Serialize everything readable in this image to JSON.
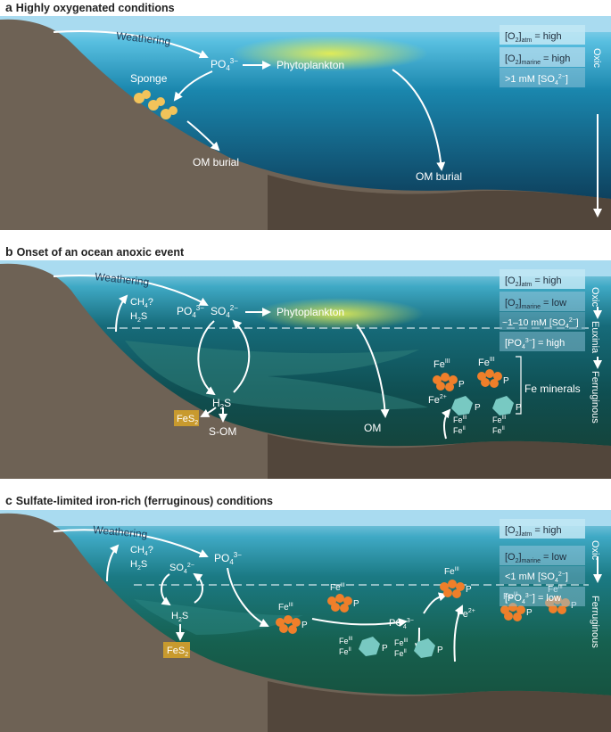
{
  "panel_a": {
    "letter": "a",
    "title": "Highly oxygenated conditions",
    "weathering": "Weathering",
    "phosphate": "PO",
    "phosphate_sub": "4",
    "phosphate_sup": "3−",
    "phytoplankton": "Phytoplankton",
    "sponge": "Sponge",
    "om_burial_1": "OM burial",
    "om_burial_2": "OM burial",
    "box_o2atm": "[O",
    "box_o2atm_sub": "2",
    "box_o2atm_tail": "]",
    "box_o2atm_sub2": "atm",
    "box_o2atm_val": " = high",
    "box_o2mar": "[O",
    "box_o2mar_sub": "2",
    "box_o2mar_tail": "]",
    "box_o2mar_sub2": "marine",
    "box_o2mar_val": " = high",
    "box_so4": ">1 mM [SO",
    "box_so4_sub": "4",
    "box_so4_sup": "2−",
    "box_so4_tail": "]",
    "redox_oxic": "Oxic"
  },
  "panel_b": {
    "letter": "b",
    "title": "Onset of an ocean anoxic event",
    "weathering": "Weathering",
    "ch4": "CH",
    "ch4_sub": "4",
    "ch4_q": "?",
    "h2s_top": "H",
    "h2s_top_sub": "2",
    "h2s_top_tail": "S",
    "phosphate": "PO",
    "phosphate_sub": "4",
    "phosphate_sup": "3−",
    "sulfate": "SO",
    "sulfate_sub": "4",
    "sulfate_sup": "2−",
    "phytoplankton": "Phytoplankton",
    "h2s_mid": "H",
    "h2s_mid_sub": "2",
    "h2s_mid_tail": "S",
    "fes2": "FeS",
    "fes2_sub": "2",
    "s_om": "S-OM",
    "om": "OM",
    "fe_mineral_label": "Fe minerals",
    "fe3": "Fe",
    "fe3_sup": "III",
    "fe2": "Fe",
    "fe2_sup": "2+",
    "fe_ii": "Fe",
    "fe_ii_sup": "II",
    "p": "P",
    "box_o2atm": "[O",
    "box_o2atm_sub": "2",
    "box_o2atm_tail": "]",
    "box_o2atm_sub2": "atm",
    "box_o2atm_val": " = high",
    "box_o2mar": "[O",
    "box_o2mar_sub": "2",
    "box_o2mar_tail": "]",
    "box_o2mar_sub2": "marine",
    "box_o2mar_val": " = low",
    "box_so4": "~1–10 mM [SO",
    "box_so4_sub": "4",
    "box_so4_sup": "2−",
    "box_so4_tail": "]",
    "box_po4": "[PO",
    "box_po4_sub": "4",
    "box_po4_sup": "3−",
    "box_po4_tail": "] = high",
    "redox_oxic": "Oxic",
    "redox_euxinia": "Euxinia",
    "redox_ferruginous": "Ferruginous"
  },
  "panel_c": {
    "letter": "c",
    "title": "Sulfate-limited iron-rich (ferruginous) conditions",
    "weathering": "Weathering",
    "ch4": "CH",
    "ch4_sub": "4",
    "ch4_q": "?",
    "h2s_top": "H",
    "h2s_top_sub": "2",
    "h2s_top_tail": "S",
    "sulfate": "SO",
    "sulfate_sub": "4",
    "sulfate_sup": "2−",
    "phosphate": "PO",
    "phosphate_sub": "4",
    "phosphate_sup": "3−",
    "h2s_mid": "H",
    "h2s_mid_sub": "2",
    "h2s_mid_tail": "S",
    "fes2": "FeS",
    "fes2_sub": "2",
    "fe3": "Fe",
    "fe3_sup": "III",
    "fe2": "Fe",
    "fe2_sup": "2+",
    "fe_ii": "Fe",
    "fe_ii_sup": "II",
    "p": "P",
    "box_o2atm": "[O",
    "box_o2atm_sub": "2",
    "box_o2atm_tail": "]",
    "box_o2atm_sub2": "atm",
    "box_o2atm_val": " = high",
    "box_o2mar": "[O",
    "box_o2mar_sub": "2",
    "box_o2mar_tail": "]",
    "box_o2mar_sub2": "marine",
    "box_o2mar_val": " = low",
    "box_so4": "<1 mM [SO",
    "box_so4_sub": "4",
    "box_so4_sup": "2−",
    "box_so4_tail": "]",
    "box_po4": "[PO",
    "box_po4_sub": "4",
    "box_po4_sup": "3−",
    "box_po4_tail": "] = low",
    "redox_oxic": "Oxic",
    "redox_ferruginous": "Ferruginous"
  },
  "colors": {
    "sky": "#a9dbf0",
    "ocean_top": "#2aa7c9",
    "ocean_deep": "#0b3a57",
    "euxinic_water": "#0e5b53",
    "ferruginous_water": "#184f3c",
    "land": "#6e6255",
    "sediment": "#4a3f35",
    "box_fill": "#c2e7f4",
    "fe_orange": "#ef7f2a",
    "fe_teal": "#78c9c2",
    "fes2_gold": "#c89a2e",
    "phyto_glow": "#d8e64a"
  }
}
